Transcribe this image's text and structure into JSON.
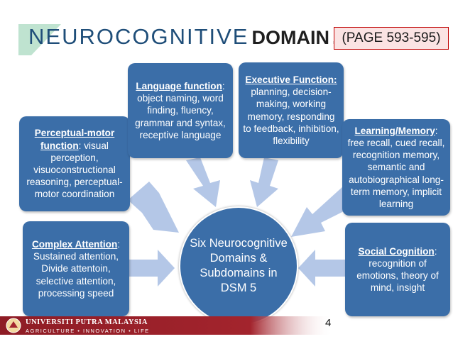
{
  "title": {
    "part1": "NEUROCOGNITIVE",
    "part2": "DOMAIN",
    "dot": ".",
    "page_ref": "(PAGE 593-595)"
  },
  "domains": {
    "perceptual_motor": {
      "heading": "Perceptual-motor function",
      "text": ": visual perception, visuoconstructional reasoning, perceptual-motor coordination"
    },
    "language": {
      "heading": "Language function",
      "text": ": object naming, word finding, fluency, grammar and syntax, receptive language"
    },
    "executive": {
      "heading": "Executive Function:",
      "text": "planning, decision-making, working memory, responding to feedback, inhibition,  flexibility"
    },
    "learning_memory": {
      "heading": "Learning/Memory",
      "text": ": free recall, cued recall, recognition memory, semantic and autobiographical long-term memory, implicit learning"
    },
    "complex_attention": {
      "heading": "Complex Attention",
      "text": ": Sustained attention, Divide attentoin, selective attention, processing speed"
    },
    "social_cognition": {
      "heading": "Social Cognition",
      "text": ": recognition of emotions, theory of mind, insight"
    }
  },
  "center": {
    "text": "Six Neurocognitive Domains & Subdomains in DSM 5"
  },
  "footer": {
    "university": "UNIVERSITI PUTRA MALAYSIA",
    "tagline": "AGRICULTURE • INNOVATION • LIFE",
    "page_number": "4"
  },
  "colors": {
    "box_blue": "#3b6ea8",
    "arrow_blue": "#b4c7e7",
    "title_blue": "#1f4e79",
    "title_band_green": "#bfe3d0",
    "footer_red": "#a3242d",
    "page_ref_border": "#c00000",
    "page_ref_fill": "#fbe3e3"
  }
}
